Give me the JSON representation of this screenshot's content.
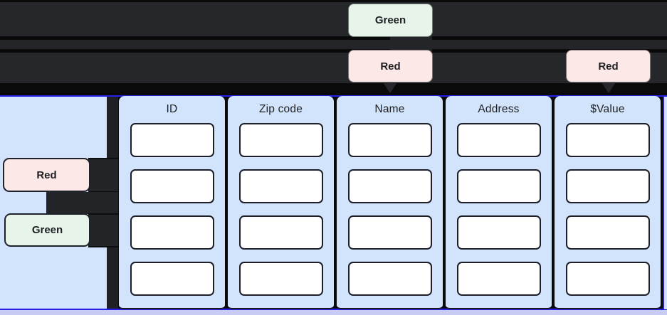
{
  "canvas": {
    "top_annotations": {
      "green_badge": {
        "label": "Green",
        "points_to": "Name"
      },
      "red_badge_name": {
        "label": "Red",
        "points_to": "Name"
      },
      "red_badge_value": {
        "label": "Red",
        "points_to": "$Value"
      }
    },
    "row_annotations": {
      "red_badge": {
        "label": "Red"
      },
      "green_badge": {
        "label": "Green"
      }
    },
    "table": {
      "columns": [
        {
          "label": "ID"
        },
        {
          "label": "Zip code"
        },
        {
          "label": "Name"
        },
        {
          "label": "Address"
        },
        {
          "label": "$Value"
        }
      ],
      "empty_rows_per_column": 4
    },
    "colors": {
      "canvas_background": "#0a0a0b",
      "bar_object": "#26272b",
      "table_fill": "#d2e3fc",
      "cell_fill": "#ffffff",
      "badge_red": "#fce8e6",
      "badge_green": "#e6f4ea",
      "selection_border": "#2621e9",
      "bottom_strip": "#c8cbf3",
      "text": "#202124"
    }
  }
}
